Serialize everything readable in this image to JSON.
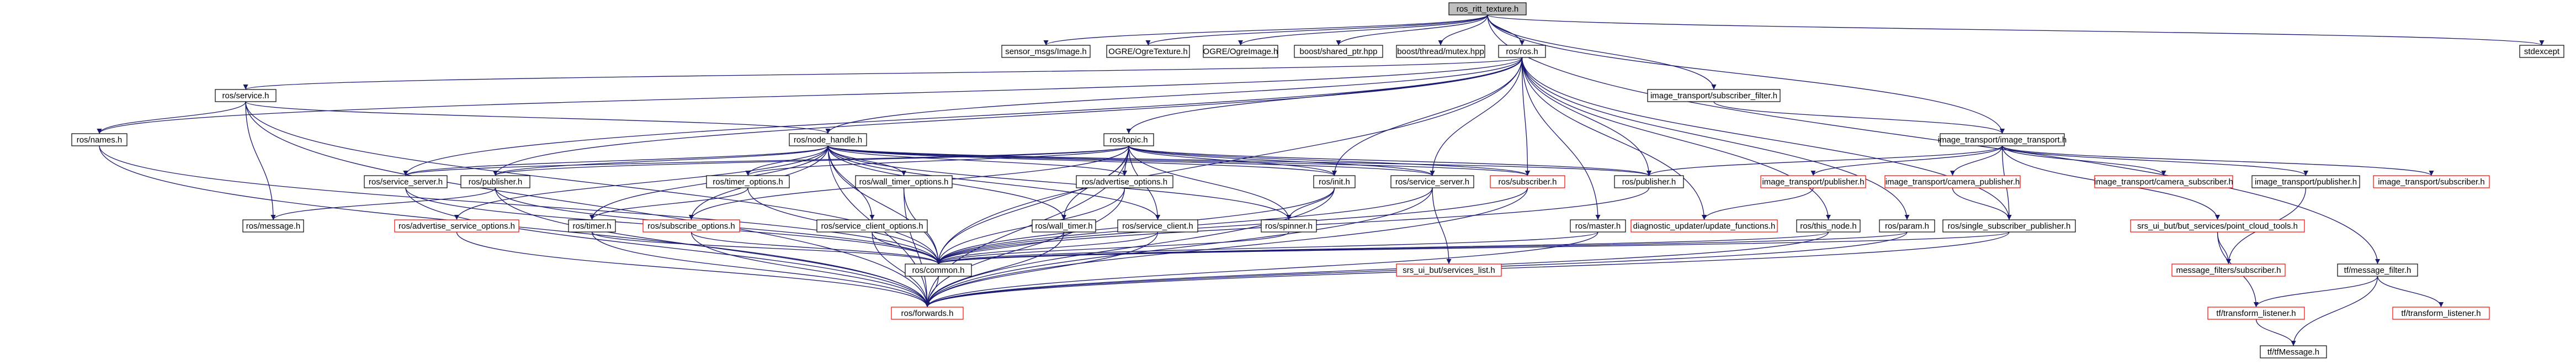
{
  "colors": {
    "edge": "#191970",
    "box_border": "#000000",
    "box_border_external": "#ff0000",
    "root_fill": "#bfbfbf"
  },
  "nodes": [
    {
      "id": "root",
      "label": "ros_ritt_texture.h",
      "root": true
    },
    {
      "id": "sensor_msgs",
      "label": "sensor_msgs/Image.h"
    },
    {
      "id": "ogretexture",
      "label": "OGRE/OgreTexture.h"
    },
    {
      "id": "ogreimage",
      "label": "OGRE/OgreImage.h"
    },
    {
      "id": "sharedptr",
      "label": "boost/shared_ptr.hpp"
    },
    {
      "id": "mutex",
      "label": "boost/thread/mutex.hpp"
    },
    {
      "id": "rosros",
      "label": "ros/ros.h"
    },
    {
      "id": "stdexcept",
      "label": "stdexcept"
    },
    {
      "id": "rosservice",
      "label": "ros/service.h"
    },
    {
      "id": "it_subfilter",
      "label": "image_transport/subscriber_filter.h"
    },
    {
      "id": "rosnames",
      "label": "ros/names.h"
    },
    {
      "id": "nodehandle",
      "label": "ros/node_handle.h"
    },
    {
      "id": "rostopic",
      "label": "ros/topic.h"
    },
    {
      "id": "it_it",
      "label": "image_transport/image_transport.h"
    },
    {
      "id": "servsrv_l",
      "label": "ros/service_server.h"
    },
    {
      "id": "rospub_l",
      "label": "ros/publisher.h"
    },
    {
      "id": "timeropt",
      "label": "ros/timer_options.h"
    },
    {
      "id": "walltimeropt",
      "label": "ros/wall_timer_options.h"
    },
    {
      "id": "advopt",
      "label": "ros/advertise_options.h"
    },
    {
      "id": "rosinit",
      "label": "ros/init.h"
    },
    {
      "id": "servsrv_r",
      "label": "ros/service_server.h"
    },
    {
      "id": "rossub",
      "label": "ros/subscriber.h",
      "red": true
    },
    {
      "id": "rospub_r",
      "label": "ros/publisher.h"
    },
    {
      "id": "it_pub",
      "label": "image_transport/publisher.h",
      "red": true
    },
    {
      "id": "it_campub",
      "label": "image_transport/camera_publisher.h",
      "red": true
    },
    {
      "id": "it_camsub",
      "label": "image_transport/camera_subscriber.h",
      "red": true
    },
    {
      "id": "it_pub2",
      "label": "image_transport/publisher.h"
    },
    {
      "id": "it_sub",
      "label": "image_transport/subscriber.h",
      "red": true
    },
    {
      "id": "rosmessage",
      "label": "ros/message.h"
    },
    {
      "id": "advservopt",
      "label": "ros/advertise_service_options.h",
      "red": true
    },
    {
      "id": "rostimer",
      "label": "ros/timer.h"
    },
    {
      "id": "subopt",
      "label": "ros/subscribe_options.h",
      "red": true
    },
    {
      "id": "servclientopt",
      "label": "ros/service_client_options.h"
    },
    {
      "id": "walltimer",
      "label": "ros/wall_timer.h"
    },
    {
      "id": "servclient",
      "label": "ros/service_client.h"
    },
    {
      "id": "rosspinner",
      "label": "ros/spinner.h"
    },
    {
      "id": "srsservlist",
      "label": "srs_ui_but/services_list.h",
      "red": true
    },
    {
      "id": "rosmaster",
      "label": "ros/master.h"
    },
    {
      "id": "diagupd",
      "label": "diagnostic_updater/update_functions.h",
      "red": true
    },
    {
      "id": "thisnode",
      "label": "ros/this_node.h"
    },
    {
      "id": "rosparam",
      "label": "ros/param.h"
    },
    {
      "id": "singlesubpub",
      "label": "ros/single_subscriber_publisher.h"
    },
    {
      "id": "srspcl",
      "label": "srs_ui_but/but_services/point_cloud_tools.h",
      "red": true
    },
    {
      "id": "msgfilt",
      "label": "message_filters/subscriber.h",
      "red": true
    },
    {
      "id": "tfmsgfilter",
      "label": "tf/message_filter.h"
    },
    {
      "id": "roscommon",
      "label": "ros/common.h"
    },
    {
      "id": "tftl_l",
      "label": "tf/transform_listener.h",
      "red": true
    },
    {
      "id": "tftl_r",
      "label": "tf/transform_listener.h",
      "red": true
    },
    {
      "id": "rosforwards",
      "label": "ros/forwards.h",
      "red": true
    },
    {
      "id": "tfmessage",
      "label": "tf/tfMessage.h"
    }
  ]
}
